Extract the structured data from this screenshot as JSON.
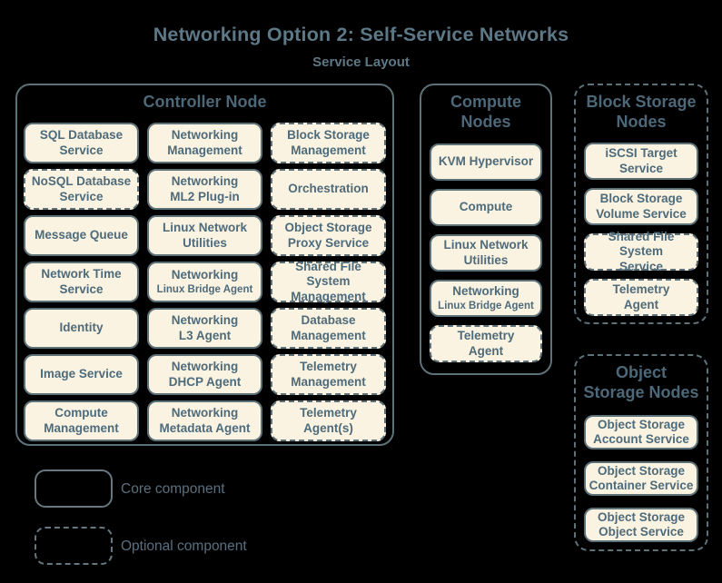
{
  "title": "Networking Option 2: Self-Service Networks",
  "subtitle": "Service Layout",
  "colors": {
    "background": "#000000",
    "box_fill": "#faf3e1",
    "box_border": "#5d7179",
    "box_text": "#4e6b7b",
    "group_border": "#5d7179",
    "heading_text": "#4d6878",
    "title_text": "#5d7887",
    "legend_text": "#5a7080",
    "legend_border": "#66787f"
  },
  "groups": {
    "controller": {
      "title": "Controller Node",
      "optional": false,
      "services": [
        {
          "label": "SQL Database\nService",
          "optional": false
        },
        {
          "label": "Networking\nManagement",
          "optional": false
        },
        {
          "label": "Block Storage\nManagement",
          "optional": true
        },
        {
          "label": "NoSQL Database\nService",
          "optional": true
        },
        {
          "label": "Networking\nML2 Plug-in",
          "optional": false
        },
        {
          "label": "Orchestration",
          "optional": true
        },
        {
          "label": "Message Queue",
          "optional": false
        },
        {
          "label": "Linux Network\nUtilities",
          "optional": false
        },
        {
          "label": "Object Storage\nProxy Service",
          "optional": true
        },
        {
          "label": "Network Time\nService",
          "optional": false
        },
        {
          "label": "Networking",
          "sublabel": "Linux Bridge Agent",
          "optional": false
        },
        {
          "label": "Shared File System\nManagement",
          "optional": true
        },
        {
          "label": "Identity",
          "optional": false
        },
        {
          "label": "Networking\nL3 Agent",
          "optional": false
        },
        {
          "label": "Database\nManagement",
          "optional": true
        },
        {
          "label": "Image Service",
          "optional": false
        },
        {
          "label": "Networking\nDHCP Agent",
          "optional": false
        },
        {
          "label": "Telemetry\nManagement",
          "optional": true
        },
        {
          "label": "Compute\nManagement",
          "optional": false
        },
        {
          "label": "Networking\nMetadata Agent",
          "optional": false
        },
        {
          "label": "Telemetry\nAgent(s)",
          "optional": true
        }
      ]
    },
    "compute": {
      "title": "Compute\nNodes",
      "optional": false,
      "services": [
        {
          "label": "KVM Hypervisor",
          "optional": false
        },
        {
          "label": "Compute",
          "optional": false
        },
        {
          "label": "Linux Network\nUtilities",
          "optional": false
        },
        {
          "label": "Networking",
          "sublabel": "Linux Bridge Agent",
          "optional": false
        },
        {
          "label": "Telemetry\nAgent",
          "optional": true
        }
      ]
    },
    "block_storage": {
      "title": "Block Storage\nNodes",
      "optional": true,
      "services": [
        {
          "label": "iSCSI Target\nService",
          "optional": false
        },
        {
          "label": "Block Storage\nVolume Service",
          "optional": false
        },
        {
          "label": "Shared File System\nService",
          "optional": true
        },
        {
          "label": "Telemetry\nAgent",
          "optional": true
        }
      ]
    },
    "object_storage": {
      "title": "Object\nStorage Nodes",
      "optional": true,
      "services": [
        {
          "label": "Object Storage\nAccount Service",
          "optional": false
        },
        {
          "label": "Object Storage\nContainer Service",
          "optional": false
        },
        {
          "label": "Object Storage\nObject Service",
          "optional": false
        }
      ]
    }
  },
  "legend": {
    "core_label": "Core component",
    "optional_label": "Optional component"
  }
}
